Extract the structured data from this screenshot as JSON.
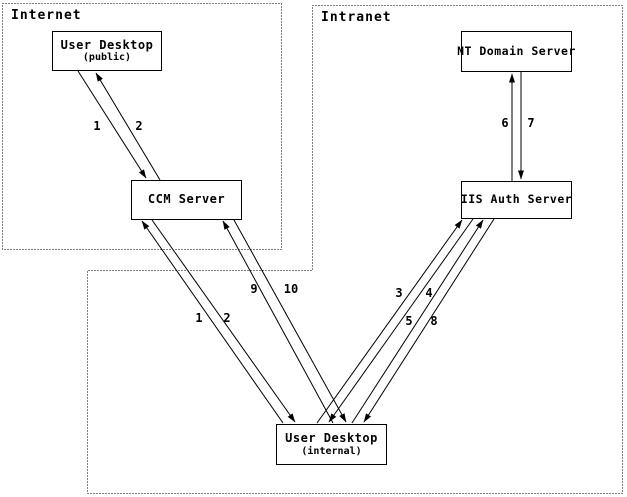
{
  "diagram": {
    "zones": {
      "internet": "Internet",
      "intranet": "Intranet"
    },
    "nodes": {
      "user_desktop_public": {
        "title": "User Desktop",
        "subtitle": "(public)"
      },
      "ccm_server": {
        "title": "CCM Server"
      },
      "nt_domain_server": {
        "title": "NT Domain Server"
      },
      "iis_auth_server": {
        "title": "IIS Auth Server"
      },
      "user_desktop_internal": {
        "title": "User Desktop",
        "subtitle": "(internal)"
      }
    },
    "steps": {
      "public_to_ccm": "1",
      "ccm_to_public": "2",
      "internal_to_ccm": "1",
      "ccm_to_internal": "2",
      "internal_to_iis_a": "3",
      "iis_to_internal_a": "4",
      "internal_to_iis_b": "5",
      "iis_to_nt": "6",
      "nt_to_iis": "7",
      "iis_to_internal_b": "8",
      "internal_to_ccm_b": "9",
      "ccm_to_internal_b": "10"
    },
    "flows": [
      {
        "step": "1",
        "from": "User Desktop (public)",
        "to": "CCM Server"
      },
      {
        "step": "2",
        "from": "CCM Server",
        "to": "User Desktop (public)"
      },
      {
        "step": "1",
        "from": "User Desktop (internal)",
        "to": "CCM Server"
      },
      {
        "step": "2",
        "from": "CCM Server",
        "to": "User Desktop (internal)"
      },
      {
        "step": "3",
        "from": "User Desktop (internal)",
        "to": "IIS Auth Server"
      },
      {
        "step": "4",
        "from": "IIS Auth Server",
        "to": "User Desktop (internal)"
      },
      {
        "step": "5",
        "from": "User Desktop (internal)",
        "to": "IIS Auth Server"
      },
      {
        "step": "6",
        "from": "IIS Auth Server",
        "to": "NT Domain Server"
      },
      {
        "step": "7",
        "from": "NT Domain Server",
        "to": "IIS Auth Server"
      },
      {
        "step": "8",
        "from": "IIS Auth Server",
        "to": "User Desktop (internal)"
      },
      {
        "step": "9",
        "from": "User Desktop (internal)",
        "to": "CCM Server"
      },
      {
        "step": "10",
        "from": "CCM Server",
        "to": "User Desktop (internal)"
      }
    ],
    "colors": {
      "line": "#000000",
      "background": "#ffffff"
    }
  }
}
